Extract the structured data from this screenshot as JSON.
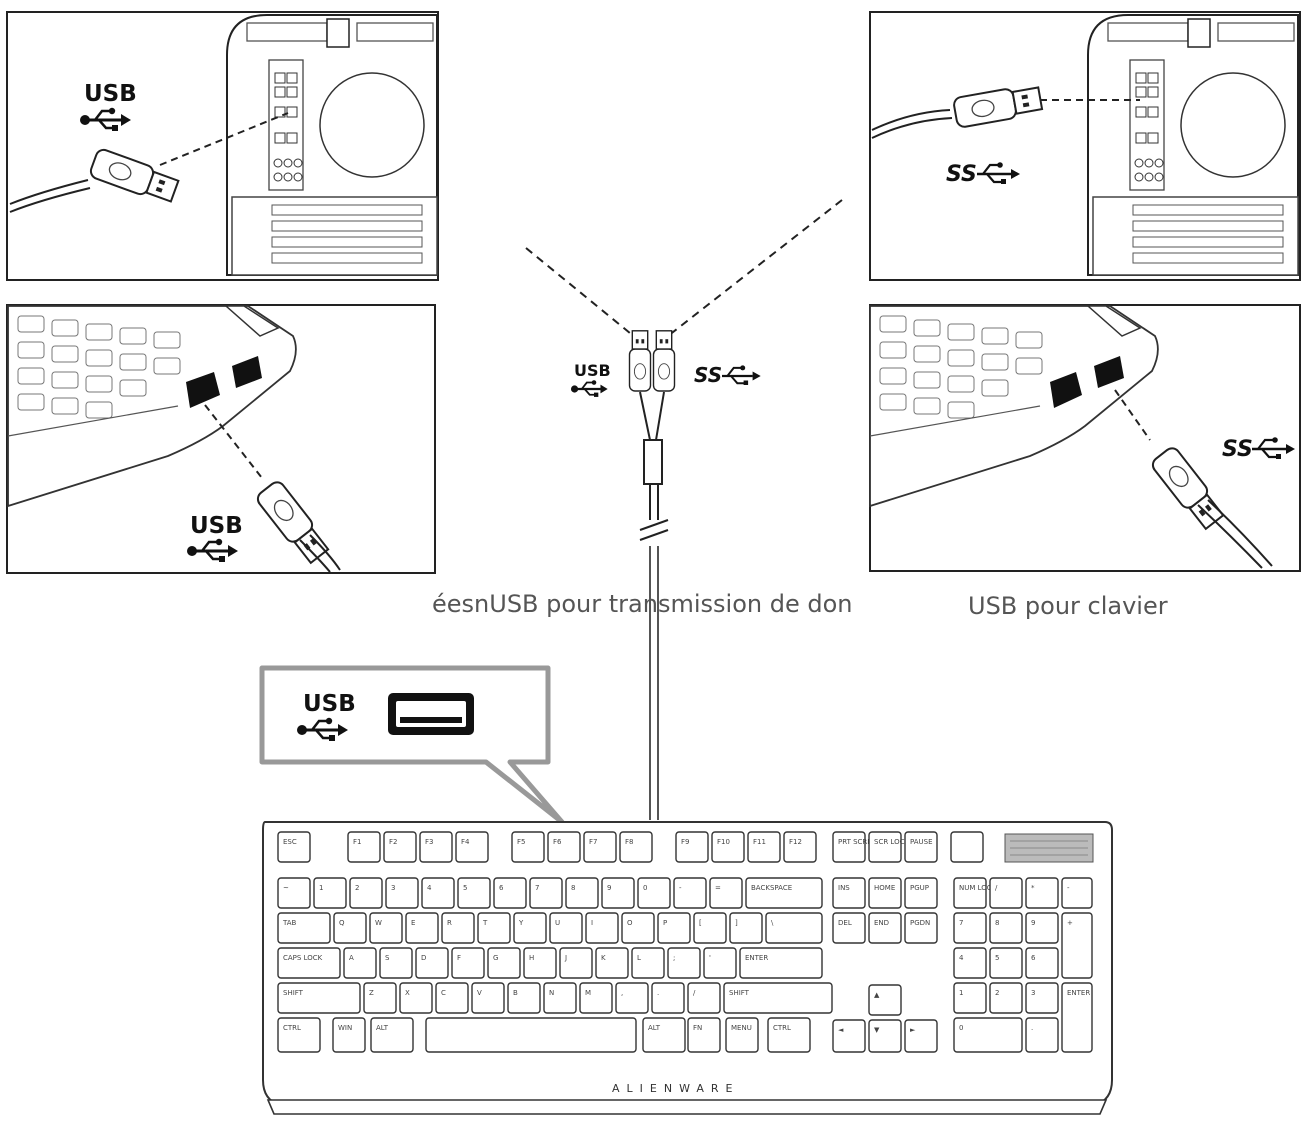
{
  "labels": {
    "usb": "USB",
    "superspeed": "SS",
    "brand": "ALIENWARE"
  },
  "captions": {
    "data_port": "éesnUSB pour transmission de don",
    "keyboard_port": "USB pour clavier"
  },
  "icons": {
    "usb": "usb-trident-icon",
    "superspeed": "ss-usb-icon",
    "port": "usb-a-port-icon"
  },
  "keyboard": {
    "fn_row": [
      "ESC",
      "F1",
      "F2",
      "F3",
      "F4",
      "F5",
      "F6",
      "F7",
      "F8",
      "F9",
      "F10",
      "F11",
      "F12",
      "PRT SCRN",
      "SCR LOCK",
      "PAUSE"
    ],
    "num_row": [
      "~",
      "1",
      "2",
      "3",
      "4",
      "5",
      "6",
      "7",
      "8",
      "9",
      "0",
      "-",
      "=",
      "BACKSPACE"
    ],
    "q_row": [
      "TAB",
      "Q",
      "W",
      "E",
      "R",
      "T",
      "Y",
      "U",
      "I",
      "O",
      "P",
      "[",
      "]",
      "\\"
    ],
    "a_row": [
      "CAPS LOCK",
      "A",
      "S",
      "D",
      "F",
      "G",
      "H",
      "J",
      "K",
      "L",
      ";",
      "'",
      "ENTER"
    ],
    "z_row": [
      "SHIFT",
      "Z",
      "X",
      "C",
      "V",
      "B",
      "N",
      "M",
      ",",
      ".",
      "/",
      "SHIFT"
    ],
    "bottom_row": [
      "CTRL",
      "WIN",
      "ALT",
      "",
      "ALT",
      "FN",
      "MENU",
      "CTRL"
    ],
    "nav_top": [
      "INS",
      "HOME",
      "PGUP"
    ],
    "nav_bottom": [
      "DEL",
      "END",
      "PGDN"
    ],
    "arrows": [
      "▲",
      "◄",
      "▼",
      "►"
    ],
    "numpad": [
      "NUM LOCK",
      "/",
      "*",
      "-",
      "7",
      "8",
      "9",
      "+",
      "4",
      "5",
      "6",
      "1",
      "2",
      "3",
      "ENTER",
      "0",
      "."
    ]
  }
}
